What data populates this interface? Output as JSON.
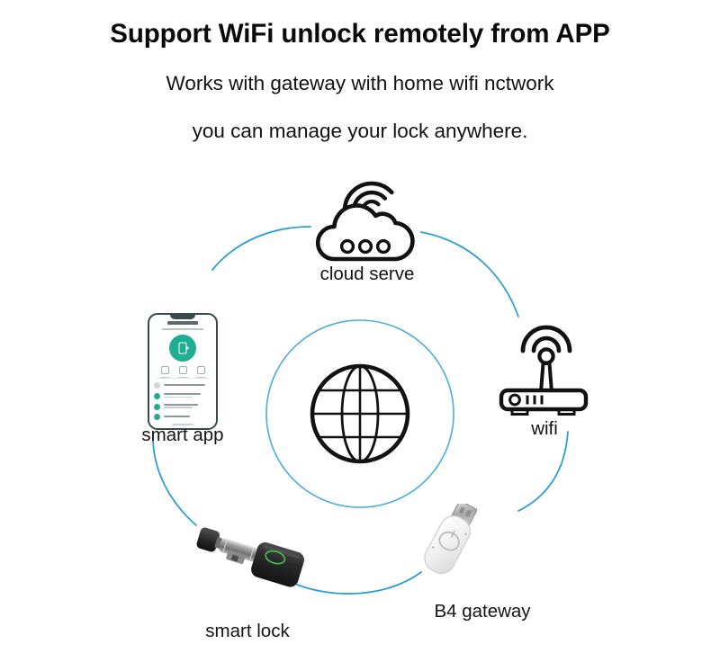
{
  "header": {
    "title": "Support WiFi unlock remotely from APP",
    "subtitle_line1": "Works with gateway with home wifi nctwork",
    "subtitle_line2": "you can manage your lock anywhere."
  },
  "diagram": {
    "description": "Circular network topology connecting a smart app, cloud server, wifi router, B4 gateway and smart lock around a central globe",
    "center_icon": "globe-icon",
    "arc_color": "#2b9fd4",
    "accent_teal": "#1fae94",
    "accent_green": "#4caf50",
    "nodes": [
      {
        "id": "cloud",
        "label": "cloud serve",
        "icon": "cloud-with-wifi-icon",
        "position": "top"
      },
      {
        "id": "wifi",
        "label": "wifi",
        "icon": "wifi-router-icon",
        "position": "right"
      },
      {
        "id": "gateway",
        "label": "B4 gateway",
        "icon": "usb-gateway-dongle-icon",
        "position": "bottom-right"
      },
      {
        "id": "lock",
        "label": "smart lock",
        "icon": "smart-cylinder-lock-icon",
        "position": "bottom-left"
      },
      {
        "id": "app",
        "label": "smart app",
        "icon": "smartphone-app-icon",
        "position": "left"
      }
    ]
  }
}
